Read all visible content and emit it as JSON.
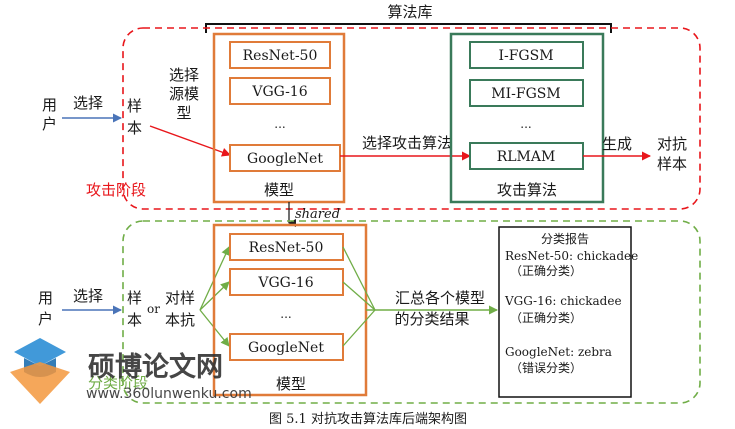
{
  "library_label": "算法库",
  "attack": {
    "user": [
      "用",
      "户"
    ],
    "select": "选择",
    "sample": [
      "样",
      "本"
    ],
    "select_source_model": [
      "选择",
      "源模",
      "型"
    ],
    "stage_label": "攻击阶段",
    "models": [
      "ResNet-50",
      "VGG-16",
      "...",
      "GoogleNet"
    ],
    "models_label": "模型",
    "select_attack_algorithm": "选择攻击算法",
    "algorithms": [
      "I-FGSM",
      "MI-FGSM",
      "...",
      "RLMAM"
    ],
    "algorithms_label": "攻击算法",
    "generate": "生成",
    "adversarial_sample": [
      "对抗",
      "样本"
    ]
  },
  "shared_label": "shared",
  "classify": {
    "user": [
      "用",
      "户"
    ],
    "select": "选择",
    "sample": [
      "样",
      "本"
    ],
    "or": "or",
    "adversarial_sample": [
      "对样",
      "本抗"
    ],
    "models": [
      "ResNet-50",
      "VGG-16",
      "...",
      "GoogleNet"
    ],
    "models_label": "模型",
    "summary": [
      "汇总各个模型",
      "的分类结果"
    ],
    "stage_label": "分类阶段",
    "report": {
      "title": "分类报告",
      "entries": [
        {
          "result": "ResNet-50: chickadee",
          "status": "（正确分类）"
        },
        {
          "result": "VGG-16: chickadee",
          "status": "（正确分类）"
        },
        {
          "result": "GoogleNet: zebra",
          "status": "（错误分类）"
        }
      ]
    }
  },
  "watermark": {
    "brand": "硕博论文网",
    "url": "www.360lunwenku.com"
  },
  "caption": "图 5.1   对抗攻击算法库后端架构图"
}
